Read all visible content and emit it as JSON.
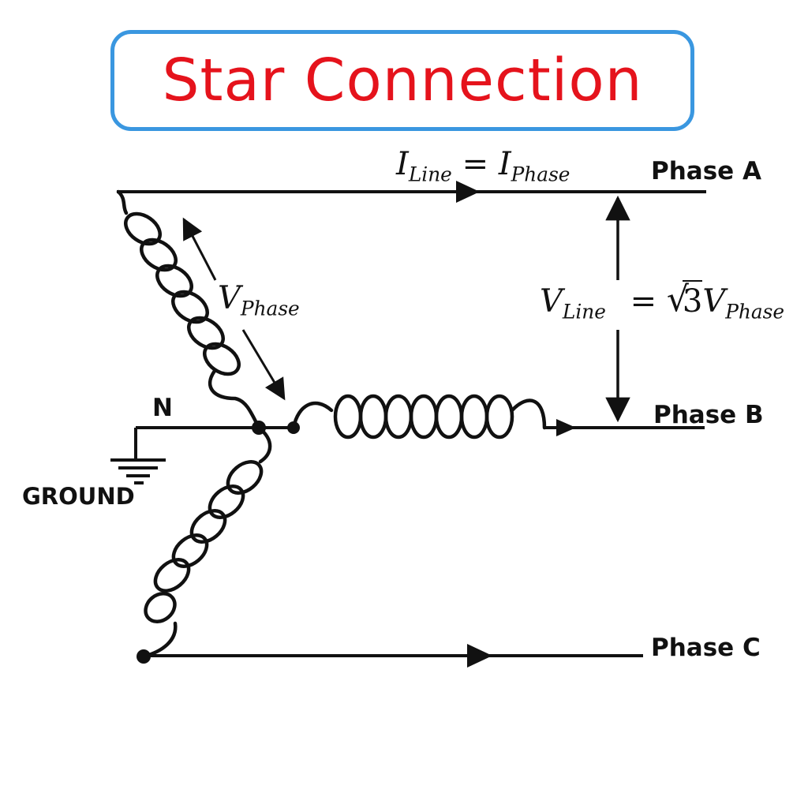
{
  "title": "Star Connection",
  "phases": {
    "a": "Phase A",
    "b": "Phase B",
    "c": "Phase C"
  },
  "neutral_label": "N",
  "ground_label": "GROUND",
  "equations": {
    "current": {
      "lhs": "I",
      "lhs_sub": "Line",
      "eq": "=",
      "rhs": "I",
      "rhs_sub": "Phase"
    },
    "phase_voltage": {
      "sym": "V",
      "sub": "Phase"
    },
    "line_voltage": {
      "lhs": "V",
      "lhs_sub": "Line",
      "eq": "=",
      "root": "3",
      "rhs": "V",
      "rhs_sub": "Phase"
    }
  },
  "colors": {
    "title": "#e5131c",
    "title_border": "#3a97e0",
    "ink": "#111111"
  }
}
